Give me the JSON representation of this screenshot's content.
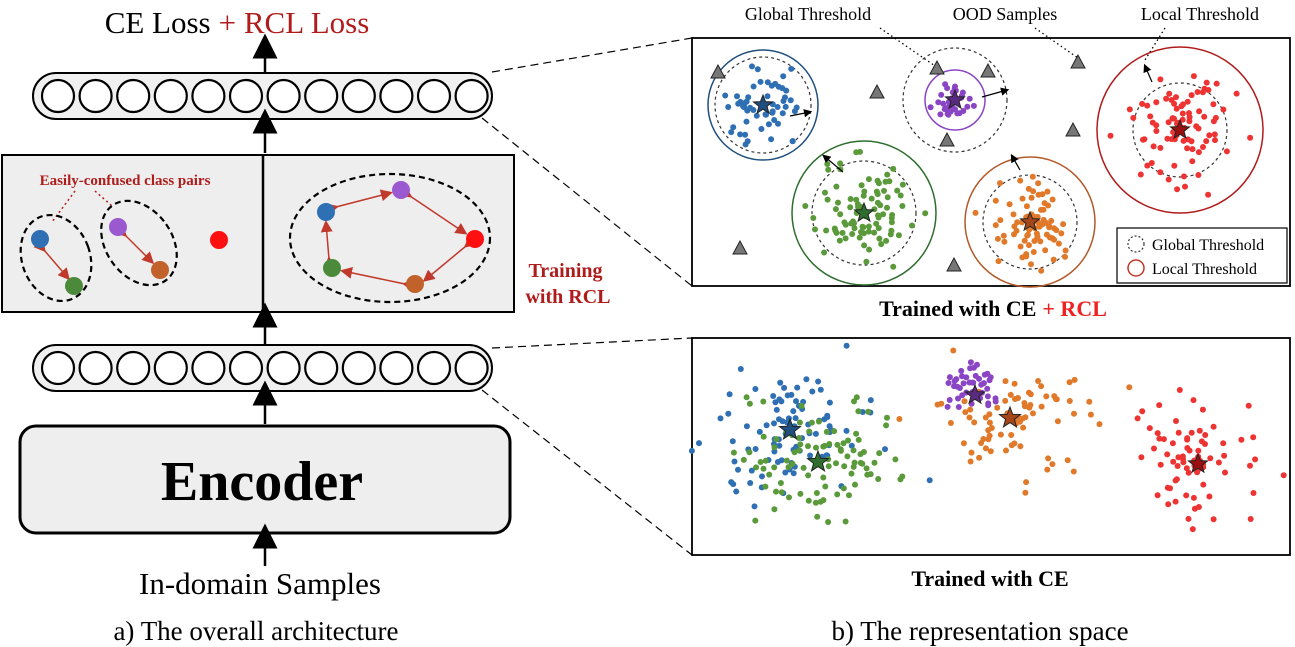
{
  "left": {
    "top_loss": {
      "ce": "CE Loss",
      "plus_rcl": "+ RCL Loss"
    },
    "confused_label": "Easily-confused class pairs",
    "training_label": {
      "line1": "Training",
      "line2": "with RCL"
    },
    "encoder": "Encoder",
    "input": "In-domain Samples",
    "caption": "a) The overall architecture"
  },
  "right": {
    "labels": {
      "global": "Global Threshold",
      "ood": "OOD Samples",
      "local": "Local Threshold"
    },
    "legend": {
      "global": "Global Threshold",
      "local": "Local Threshold"
    },
    "top_caption": {
      "main": "Trained with CE",
      "plus": "+ RCL"
    },
    "bottom_caption": "Trained with CE",
    "caption": "b) The representation space"
  },
  "colors": {
    "blue": "#2f6fb3",
    "green": "#5a9a3a",
    "purple": "#8a45c4",
    "orange": "#e07a2a",
    "red": "#ee3333",
    "brown": "#b35a2a",
    "dark_red": "#b01c1c",
    "navy": "#1f4f7e",
    "dark_green": "#2f6e2f",
    "panel_gray": "#efefef",
    "triangle": "#777777"
  }
}
